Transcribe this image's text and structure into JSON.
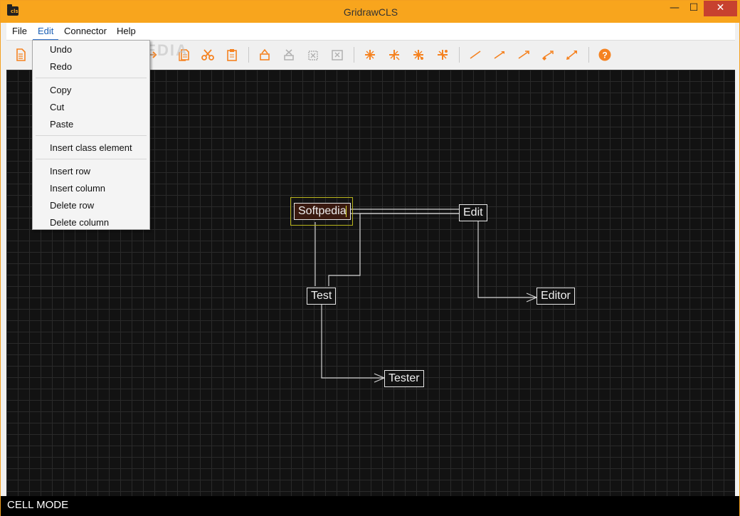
{
  "window": {
    "title": "GridrawCLS",
    "icon_label": "cls",
    "controls": {
      "minimize": "—",
      "maximize": "☐",
      "close": "✕"
    }
  },
  "menubar": [
    "File",
    "Edit",
    "Connector",
    "Help"
  ],
  "active_menu": "Edit",
  "edit_menu": {
    "groups": [
      [
        "Undo",
        "Redo"
      ],
      [
        "Copy",
        "Cut",
        "Paste"
      ],
      [
        "Insert class element"
      ],
      [
        "Insert row",
        "Insert column",
        "Delete row",
        "Delete column"
      ]
    ]
  },
  "watermark": "SOFTPEDIA",
  "toolbar": {
    "icons": [
      "new-document-icon",
      "paste-arrow-icon",
      "copy-icon",
      "cut-icon",
      "clipboard-icon",
      "insert-class-element-icon",
      "delete-class-element-icon",
      "edit-class-element-icon",
      "remove-class-element-icon",
      "insert-row-icon",
      "insert-column-icon",
      "delete-row-icon",
      "delete-column-icon",
      "line-connector-icon",
      "arrow-connector-icon",
      "open-arrow-connector-icon",
      "diamond-connector-icon",
      "double-arrow-connector-icon",
      "help-icon"
    ],
    "accent_color": "#f58220"
  },
  "diagram": {
    "nodes": [
      "Softpedia",
      "Edit",
      "Test",
      "Editor",
      "Tester"
    ],
    "selected_node": "Softpedia",
    "grid_color": "#2a2a2a",
    "background_color": "#121212",
    "selection_color": "#b9b41c"
  },
  "statusbar": {
    "mode": "CELL MODE"
  }
}
